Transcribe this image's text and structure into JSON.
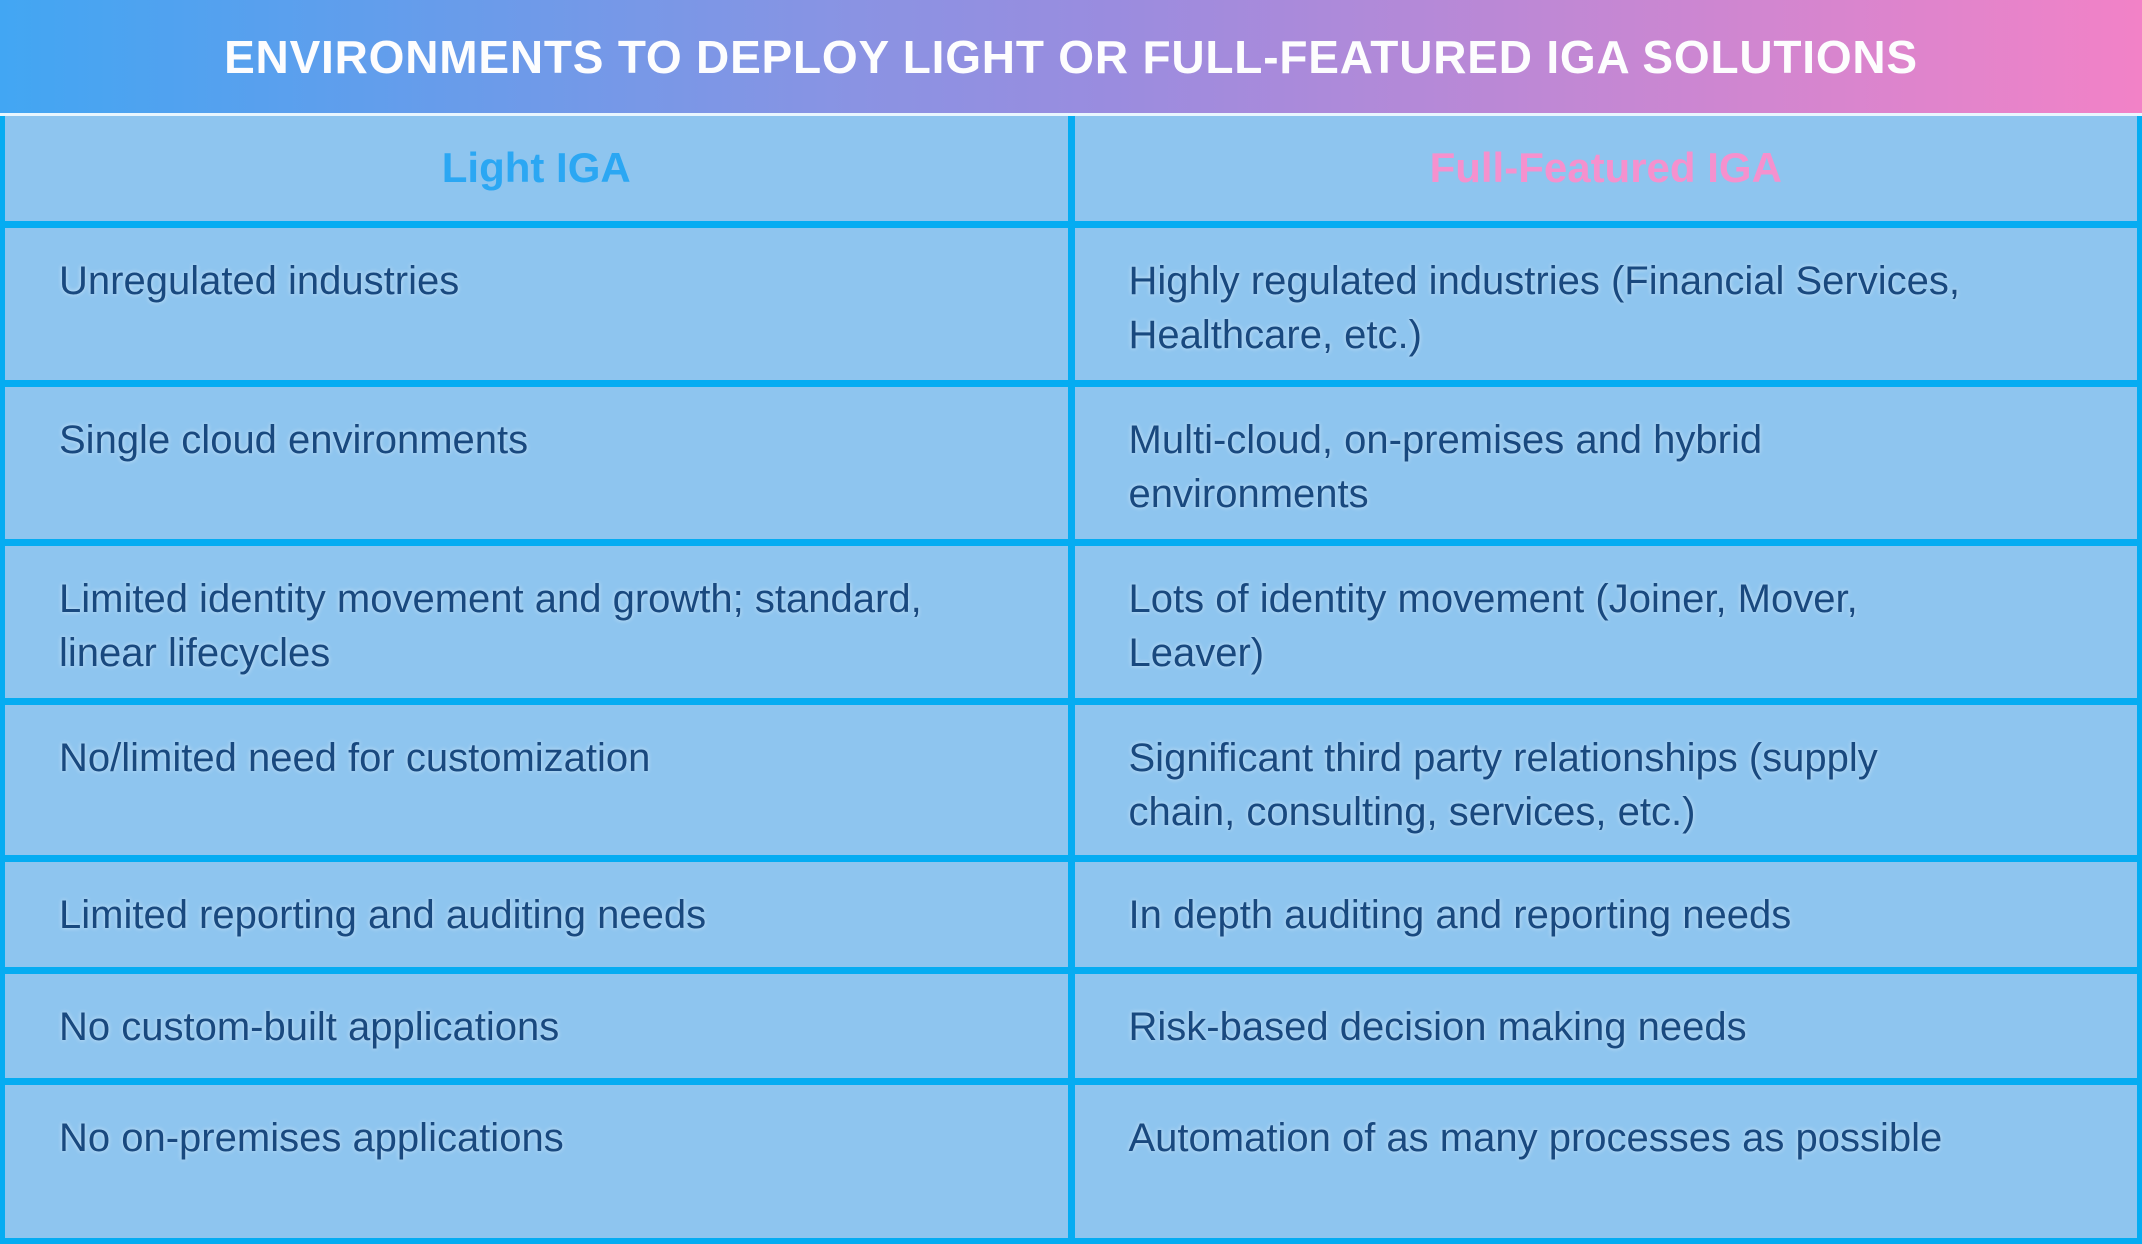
{
  "header": {
    "title": "ENVIRONMENTS TO DEPLOY LIGHT OR FULL-FEATURED IGA SOLUTIONS",
    "gradient_start": "#42A6F3",
    "gradient_mid": "#9A8CDF",
    "gradient_end": "#F282C7",
    "title_color": "#FFFFFF"
  },
  "colors": {
    "cell_background": "#8EC5EF",
    "grid_border": "#05ACF2",
    "body_text": "#19497F",
    "light_iga_header": "#2BA7F3",
    "full_featured_iga_header": "#F591CE"
  },
  "chart_data": {
    "type": "table",
    "title": "ENVIRONMENTS TO DEPLOY LIGHT OR FULL-FEATURED IGA SOLUTIONS",
    "columns": [
      {
        "label": "Light IGA",
        "color": "#2BA7F3"
      },
      {
        "label": "Full-Featured IGA",
        "color": "#F591CE"
      }
    ],
    "rows": [
      {
        "light_iga": "Unregulated industries",
        "full_featured_iga": "Highly regulated industries (Financial Services, Healthcare, etc.)"
      },
      {
        "light_iga": "Single cloud environments",
        "full_featured_iga": "Multi-cloud, on-premises and hybrid environments"
      },
      {
        "light_iga": "Limited identity movement and growth; standard, linear lifecycles",
        "full_featured_iga": "Lots of identity movement (Joiner, Mover, Leaver)"
      },
      {
        "light_iga": "No/limited need for customization",
        "full_featured_iga": "Significant third party relationships (supply chain, consulting, services, etc.)"
      },
      {
        "light_iga": "Limited reporting and auditing needs",
        "full_featured_iga": "In depth auditing and reporting needs"
      },
      {
        "light_iga": "No custom-built applications",
        "full_featured_iga": "Risk-based decision making needs"
      },
      {
        "light_iga": "No on-premises applications",
        "full_featured_iga": "Automation of as many processes as possible"
      }
    ]
  }
}
